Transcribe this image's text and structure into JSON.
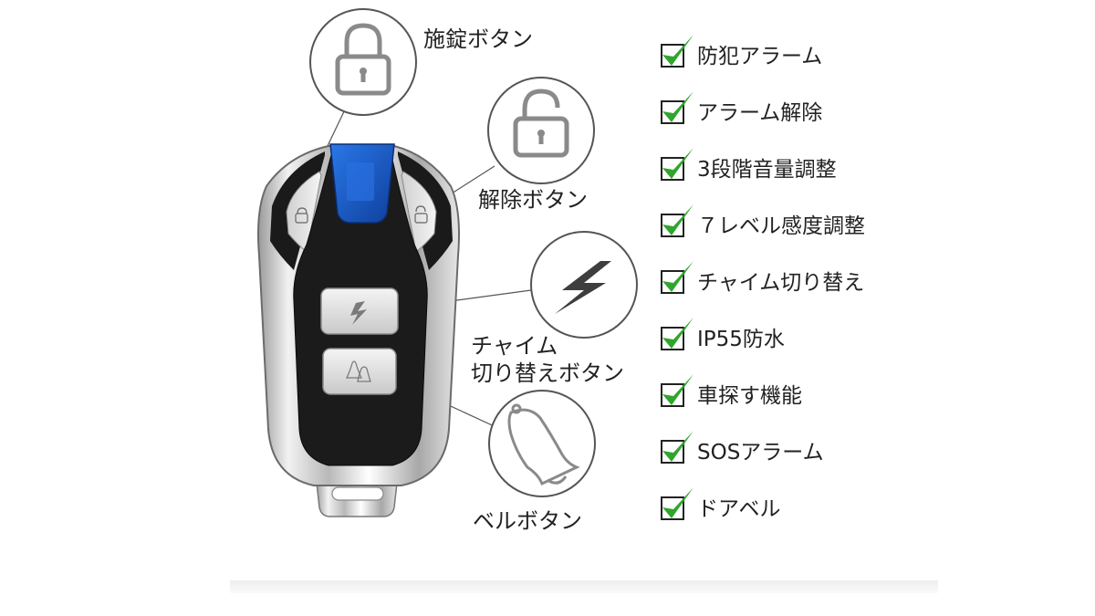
{
  "colors": {
    "check_green": "#2fa52c",
    "blue_light": "#1e64d4",
    "icon_gray": "#8a8a8a"
  },
  "callouts": {
    "lock_button": {
      "label": "施錠ボタン",
      "icon": "padlock-closed-icon"
    },
    "unlock_button": {
      "label": "解除ボタン",
      "icon": "padlock-open-icon"
    },
    "chime_button": {
      "label_line1": "チャイム",
      "label_line2": "切り替えボタン",
      "icon": "lightning-bolt-icon"
    },
    "bell_button": {
      "label": "ベルボタン",
      "icon": "bell-icon"
    }
  },
  "features": [
    {
      "label": "防犯アラーム"
    },
    {
      "label": "アラーム解除"
    },
    {
      "label": "3段階音量調整"
    },
    {
      "label": "７レベル感度調整"
    },
    {
      "label": "チャイム切り替え"
    },
    {
      "label": "IP55防水"
    },
    {
      "label": "車探す機能"
    },
    {
      "label": "SOSアラーム"
    },
    {
      "label": "ドアベル"
    }
  ]
}
